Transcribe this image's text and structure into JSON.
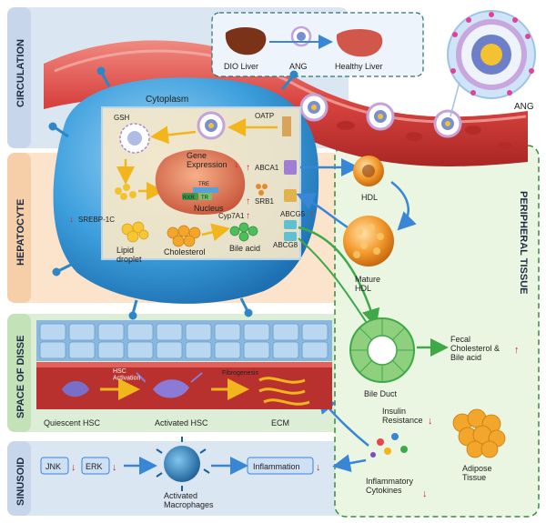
{
  "bands": {
    "circulation": "CIRCULATION",
    "hepatocyte": "HEPATOCYTE",
    "space_of_disse": "SPACE OF DISSE",
    "sinusoid": "SINUSOID",
    "peripheral_tissue": "PERIPHERAL TISSUE"
  },
  "circulation_box": {
    "left": "DIO Liver",
    "middle": "ANG",
    "right": "Healthy Liver"
  },
  "ang_label": "ANG",
  "cell": {
    "cytoplasm": "Cytoplasm",
    "gsh": "GSH",
    "oatp": "OATP",
    "gene_expression": "Gene\nExpression",
    "tre": "TRE",
    "rxr": "RXR",
    "tr": "TR",
    "nucleus": "Nucleus",
    "srebp": "SREBP-1C",
    "lipid_droplet": "Lipid\ndroplet",
    "cholesterol": "Cholesterol",
    "cyp7a1": "Cyp7A1",
    "bile_acid": "Bile acid",
    "abca1": "ABCA1",
    "srb1": "SRB1",
    "abcg5": "ABCG5",
    "abcg8": "ABCG8"
  },
  "peripheral": {
    "hdl": "HDL",
    "mature_hdl": "Mature\nHDL",
    "bile_duct": "Bile Duct",
    "fecal": "Fecal\nCholesterol &\nBile acid",
    "insulin_resistance": "Insulin\nResistance",
    "adipose_tissue": "Adipose\nTissue",
    "inflammatory_cytokines": "Inflammatory\nCytokines"
  },
  "disse": {
    "hsc_activation": "HSC\nActivation",
    "fibrogenesis": "Fibrogenesis",
    "quiescent": "Quiescent HSC",
    "activated": "Activated HSC",
    "ecm": "ECM"
  },
  "sinusoid": {
    "jnk": "JNK",
    "erk": "ERK",
    "inflammation": "Inflammation",
    "activated_macrophages": "Activated\nMacrophages"
  },
  "colors": {
    "arrow_red": "#d8232a",
    "band_blue": "#dbe6f3",
    "band_orange": "#fbe3cc",
    "band_green": "#dcefd6",
    "cell_blue": "#3d9fdd",
    "vessel_red": "#d8433f"
  }
}
